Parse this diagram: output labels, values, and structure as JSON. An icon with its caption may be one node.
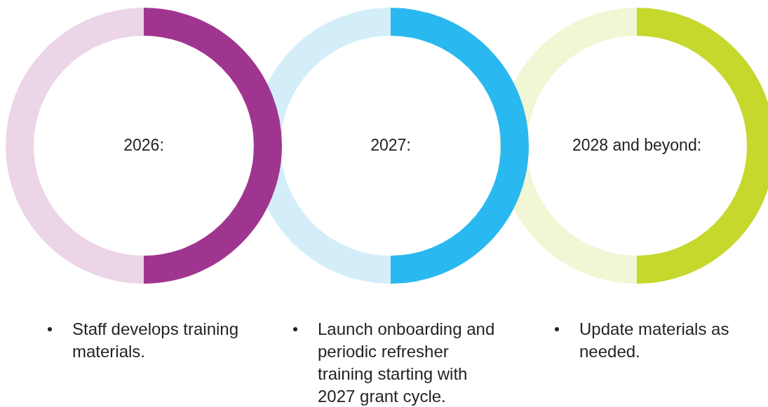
{
  "diagram": {
    "nodes": [
      {
        "text": [
          "2026:"
        ],
        "beside": [
          "Staff develops training materials."
        ]
      },
      {
        "text": [
          "2027:"
        ],
        "beside": [
          "Launch onboarding and periodic refresher training starting with 2027 grant cycle."
        ]
      },
      {
        "text": [
          "2028 and beyond:"
        ],
        "beside": [
          "Update materials as needed."
        ]
      }
    ]
  }
}
